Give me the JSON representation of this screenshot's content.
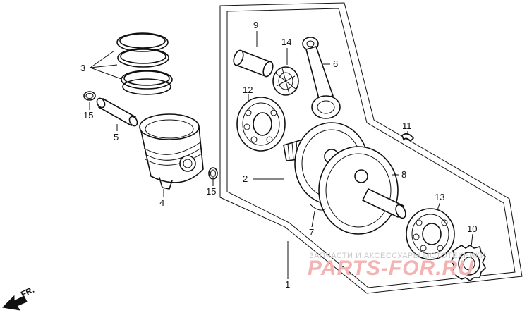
{
  "callouts": {
    "c1": "1",
    "c2": "2",
    "c3": "3",
    "c4": "4",
    "c5": "5",
    "c6": "6",
    "c7": "7",
    "c8": "8",
    "c9": "9",
    "c10": "10",
    "c11": "11",
    "c12": "12",
    "c13": "13",
    "c14": "14",
    "c15a": "15",
    "c15b": "15"
  },
  "direction_label": "FR.",
  "watermark": {
    "line1": "ЗАПЧАСТИ И АКСЕССУАРЫ МОТОТЕХНИКИ",
    "logo": "PARTS-FOR.RU"
  },
  "colors": {
    "line": "#111111",
    "watermark_text": "#c9c9c9",
    "watermark_logo": "#f4b3b3"
  }
}
